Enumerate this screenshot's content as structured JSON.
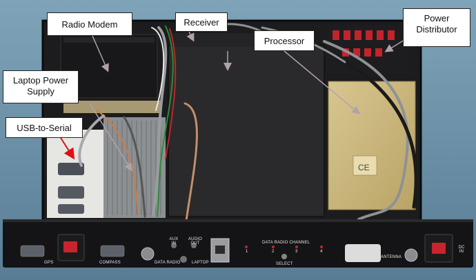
{
  "callouts": {
    "radio_modem": "Radio Modem",
    "receiver": "Receiver",
    "power_distributor": "Power\nDistributor",
    "processor": "Processor",
    "laptop_power_supply": "Laptop Power\nSupply",
    "usb_to_serial": "USB-to-Serial"
  },
  "panel_labels": {
    "gps": "GPS",
    "compass": "COMPASS",
    "data_radio": "DATA RADIO",
    "aux_in": "AUX IN",
    "audio_out": "AUDIO OUT",
    "laptop": "LAPTOP",
    "data_radio_channel": "DATA RADIO CHANNEL",
    "ch1": "1",
    "ch2": "2",
    "ch3": "3",
    "ch4": "4",
    "select": "SELECT",
    "antenna": "ANTENNA",
    "dc_in": "DC IN"
  },
  "colors": {
    "background": "#6a8fa6",
    "chassis": "#1c1c1e",
    "lid": "#2a2a2c",
    "processor_box": "#c9b47a",
    "arrow_gray": "#b0a2ad",
    "arrow_red": "#e01010"
  }
}
